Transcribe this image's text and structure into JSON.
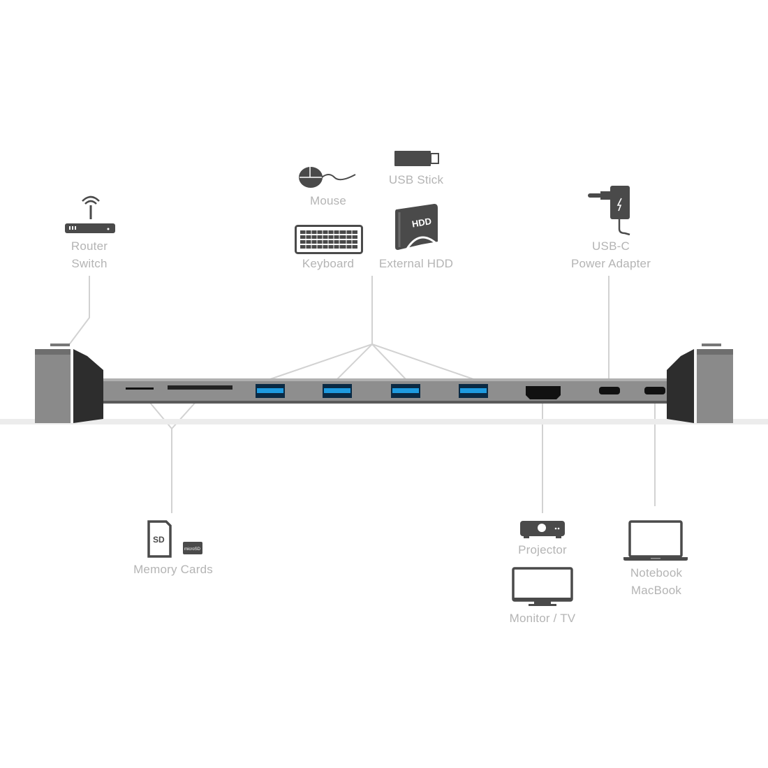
{
  "diagram": {
    "type": "docking-station-connectivity",
    "colors": {
      "label": "#b4b4b4",
      "icon": "#4a4a4a",
      "connector_line": "#d2d2d2",
      "hub_body": "#8c8c8c",
      "usb_port_blue": "#1e9be0"
    },
    "devices": {
      "router": {
        "icon": "router-icon",
        "line1": "Router",
        "line2": "Switch"
      },
      "mouse": {
        "icon": "mouse-icon",
        "label": "Mouse"
      },
      "usb_stick": {
        "icon": "usb-stick-icon",
        "label": "USB Stick"
      },
      "keyboard": {
        "icon": "keyboard-icon",
        "label": "Keyboard"
      },
      "hdd": {
        "icon": "hdd-icon",
        "label": "External HDD",
        "icon_text": "HDD"
      },
      "power": {
        "icon": "power-adapter-icon",
        "line1": "USB-C",
        "line2": "Power Adapter"
      },
      "memory": {
        "icon": "sd-card-icon",
        "label": "Memory Cards",
        "sd_text": "SD",
        "micro_text": "microSD"
      },
      "projector": {
        "icon": "projector-icon",
        "label": "Projector"
      },
      "monitor": {
        "icon": "monitor-icon",
        "label": "Monitor / TV"
      },
      "notebook": {
        "icon": "laptop-icon",
        "line1": "Notebook",
        "line2": "MacBook"
      }
    },
    "hub_ports": [
      "microSD slot",
      "SD slot",
      "USB-A 3.0",
      "USB-A 3.0",
      "USB-A 3.0",
      "USB-A 3.0",
      "HDMI",
      "USB-C (PD)",
      "USB-C (host)"
    ]
  }
}
